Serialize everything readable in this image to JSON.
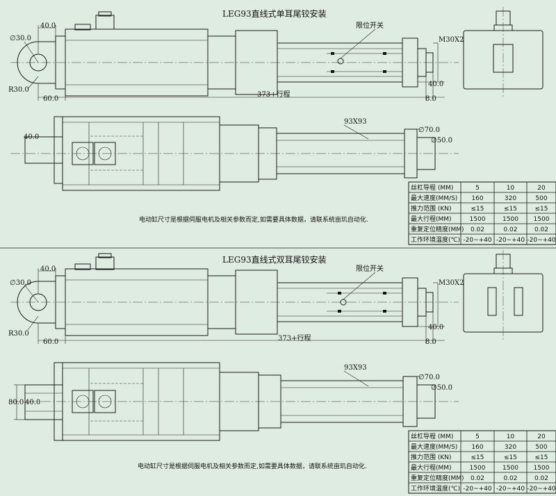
{
  "sections": [
    {
      "title": "LEG93直线式单耳尾铰安装",
      "limit_switch": "限位开关",
      "dims": {
        "d30": "∅30.0",
        "w40_top": "40.0",
        "r30": "R30.0",
        "w60": "60.0",
        "stroke": "373+行程",
        "w8": "8.0",
        "m30": "M30X2",
        "w40_right": "40.0",
        "w40_side": "40.0",
        "body": "93X93",
        "d70": "∅70.0",
        "d50": "∅50.0"
      },
      "note": "电动缸尺寸是根据伺服电机及相关参数而定,如需要具体数据，请联系统亩玑自动化.",
      "table": {
        "header": [
          "丝杠导程 (MM)",
          "5",
          "10",
          "20"
        ],
        "rows": [
          [
            "最大速度(MM/S)",
            "160",
            "320",
            "500"
          ],
          [
            "推力范围 (KN)",
            "≤15",
            "≤15",
            "≤15"
          ],
          [
            "最大行程(MM)",
            "1500",
            "1500",
            "1500"
          ],
          [
            "重复定位精度(MM)",
            "0.02",
            "0.02",
            "0.02"
          ],
          [
            "工作环境温度(℃)",
            "-20~+40",
            "-20~+40",
            "-20~+40"
          ]
        ]
      }
    },
    {
      "title": "LEG93直线式双耳尾铰安装",
      "limit_switch": "限位开关",
      "dims": {
        "d30": "∅30.0",
        "w40_top": "40.0",
        "r30": "R30.0",
        "w60": "60.0",
        "stroke": "373+行程",
        "w8": "8.0",
        "m30": "M30X2",
        "w40_right": "40.0",
        "w80": "80.0",
        "w40_side": "40.0",
        "body": "93X93",
        "d70": "∅70.0",
        "d50": "∅50.0"
      },
      "note": "电动缸尺寸是根据伺服电机及相关参数而定,如需要具体数据，请联系统亩玑自动化.",
      "table": {
        "header": [
          "丝杠导程 (MM)",
          "5",
          "10",
          "20"
        ],
        "rows": [
          [
            "最大速度(MM/S)",
            "160",
            "320",
            "500"
          ],
          [
            "推力范围 (KN)",
            "≤15",
            "≤15",
            "≤15"
          ],
          [
            "最大行程(MM)",
            "1500",
            "1500",
            "1500"
          ],
          [
            "重复定位精度(MM)",
            "0.02",
            "0.02",
            "0.02"
          ],
          [
            "工作环境温度(℃)",
            "-20~+40",
            "-20~+40",
            "-20~+40"
          ]
        ]
      }
    }
  ]
}
